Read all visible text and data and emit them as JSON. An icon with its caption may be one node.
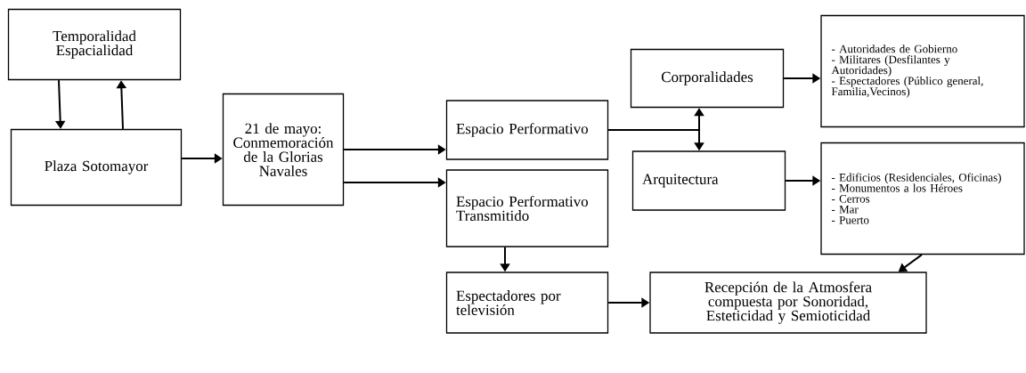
{
  "diagram": {
    "nodes": [
      {
        "text": [
          "Temporalidad Espacialidad"
        ]
      },
      {
        "text": [
          "Plaza Sotomayor"
        ]
      },
      {
        "text": [
          "21 de mayo: Conmemoración de la Glorias Navales"
        ]
      },
      {
        "text": [
          "Espacio Performativo"
        ]
      },
      {
        "text": [
          "Espacio Performativo Transmitido"
        ]
      },
      {
        "text": [
          "Corporalidades"
        ]
      },
      {
        "text": [
          "Arquitectura"
        ]
      },
      {
        "text": [
          "- Autoridades de Gobierno",
          "- Militares (Desfilantes y Autoridades)",
          "- Espectadores (Público general, Familia,Vecinos)"
        ]
      },
      {
        "text": [
          "- Edificios (Residenciales, Oficinas)",
          "- Monumentos a los Héroes",
          "- Cerros",
          "- Mar",
          "- Puerto"
        ]
      },
      {
        "text": [
          "Espectadores por televisión"
        ]
      },
      {
        "text": [
          "Recepción de la Atmosfera compuesta por Sonoridad, Esteticidad y Semioticidad"
        ]
      }
    ],
    "edges": [
      {
        "from": 0,
        "to": 1,
        "arrow": "to"
      },
      {
        "from": 1,
        "to": 0,
        "arrow": "to"
      },
      {
        "from": 1,
        "to": 2,
        "arrow": "to"
      },
      {
        "from": 2,
        "to": 3,
        "arrow": "to"
      },
      {
        "from": 2,
        "to": 4,
        "arrow": "to"
      },
      {
        "from": 3,
        "to": 5,
        "arrow": "to"
      },
      {
        "from": 3,
        "to": 6,
        "arrow": "to"
      },
      {
        "from": 5,
        "to": 7,
        "arrow": "to"
      },
      {
        "from": 6,
        "to": 8,
        "arrow": "to"
      },
      {
        "from": 4,
        "to": 9,
        "arrow": "to"
      },
      {
        "from": 9,
        "to": 10,
        "arrow": "to"
      },
      {
        "from": 8,
        "to": 10,
        "arrow": "to"
      }
    ]
  }
}
